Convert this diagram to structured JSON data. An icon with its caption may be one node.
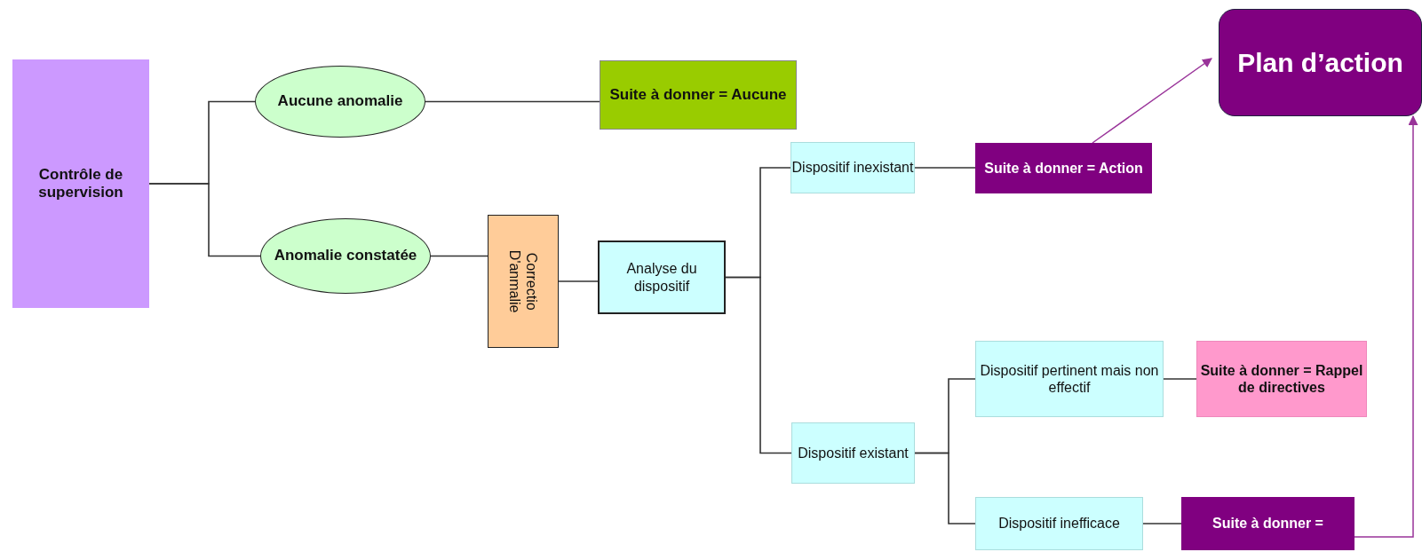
{
  "diagram": {
    "nodes": [
      {
        "text": [
          "Contrôle de supervision"
        ]
      },
      {
        "text": [
          "Aucune anomalie"
        ]
      },
      {
        "text": [
          "Anomalie constatée"
        ]
      },
      {
        "text": [
          "Suite à donner = Aucune"
        ]
      },
      {
        "text": [
          "Correctio D'anmalie"
        ]
      },
      {
        "text": [
          "Analyse du dispositif"
        ]
      },
      {
        "text": [
          "Dispositif inexistant"
        ]
      },
      {
        "text": [
          "Suite à donner = Action"
        ]
      },
      {
        "text": [
          "Plan d’action"
        ]
      },
      {
        "text": [
          "Dispositif existant"
        ]
      },
      {
        "text": [
          "Dispositif pertinent mais non effectif"
        ]
      },
      {
        "text": [
          "Suite à donner = Rappel de directives"
        ]
      },
      {
        "text": [
          "Dispositif inefficace"
        ]
      },
      {
        "text": [
          "Suite à donner ="
        ]
      }
    ],
    "edges": [
      {
        "from": 0,
        "to": 1,
        "arrow": "none"
      },
      {
        "from": 0,
        "to": 2,
        "arrow": "none"
      },
      {
        "from": 1,
        "to": 3,
        "arrow": "none"
      },
      {
        "from": 2,
        "to": 4,
        "arrow": "none"
      },
      {
        "from": 4,
        "to": 5,
        "arrow": "none"
      },
      {
        "from": 5,
        "to": 6,
        "arrow": "none"
      },
      {
        "from": 5,
        "to": 9,
        "arrow": "none"
      },
      {
        "from": 6,
        "to": 7,
        "arrow": "none"
      },
      {
        "from": 7,
        "to": 8,
        "arrow": "to",
        "color": "#993399"
      },
      {
        "from": 9,
        "to": 10,
        "arrow": "none"
      },
      {
        "from": 9,
        "to": 12,
        "arrow": "none"
      },
      {
        "from": 10,
        "to": 11,
        "arrow": "none"
      },
      {
        "from": 12,
        "to": 13,
        "arrow": "none"
      },
      {
        "from": 13,
        "to": 8,
        "arrow": "to",
        "color": "#993399"
      }
    ]
  }
}
